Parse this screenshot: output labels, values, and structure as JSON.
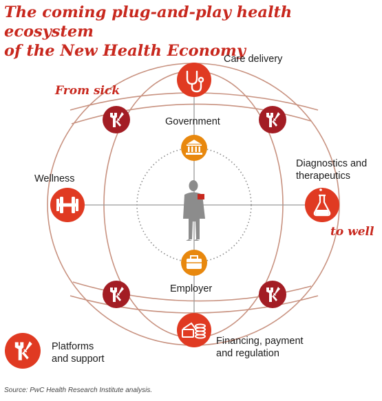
{
  "title_line1": "The coming plug-and-play health ecosystem",
  "title_line2": "of the New Health Economy",
  "nodes": {
    "care_delivery": "Care delivery",
    "government": "Government",
    "diagnostics_line1": "Diagnostics and",
    "diagnostics_line2": "therapeutics",
    "wellness": "Wellness",
    "employer": "Employer",
    "financing_line1": "Financing, payment",
    "financing_line2": "and regulation"
  },
  "from_sick": "From sick",
  "to_well": "to well",
  "legend": {
    "line1": "Platforms",
    "line2": "and support",
    "icon": "tools-icon"
  },
  "source": "Source: PwC Health Research Institute analysis.",
  "colors": {
    "brand_red": "#c8281e",
    "bright_red": "#e03a22",
    "dark_red": "#a31d24",
    "orange": "#e8880e",
    "ring": "#c89280",
    "axis": "#9a9a9a",
    "figure": "#8c8c8c"
  }
}
